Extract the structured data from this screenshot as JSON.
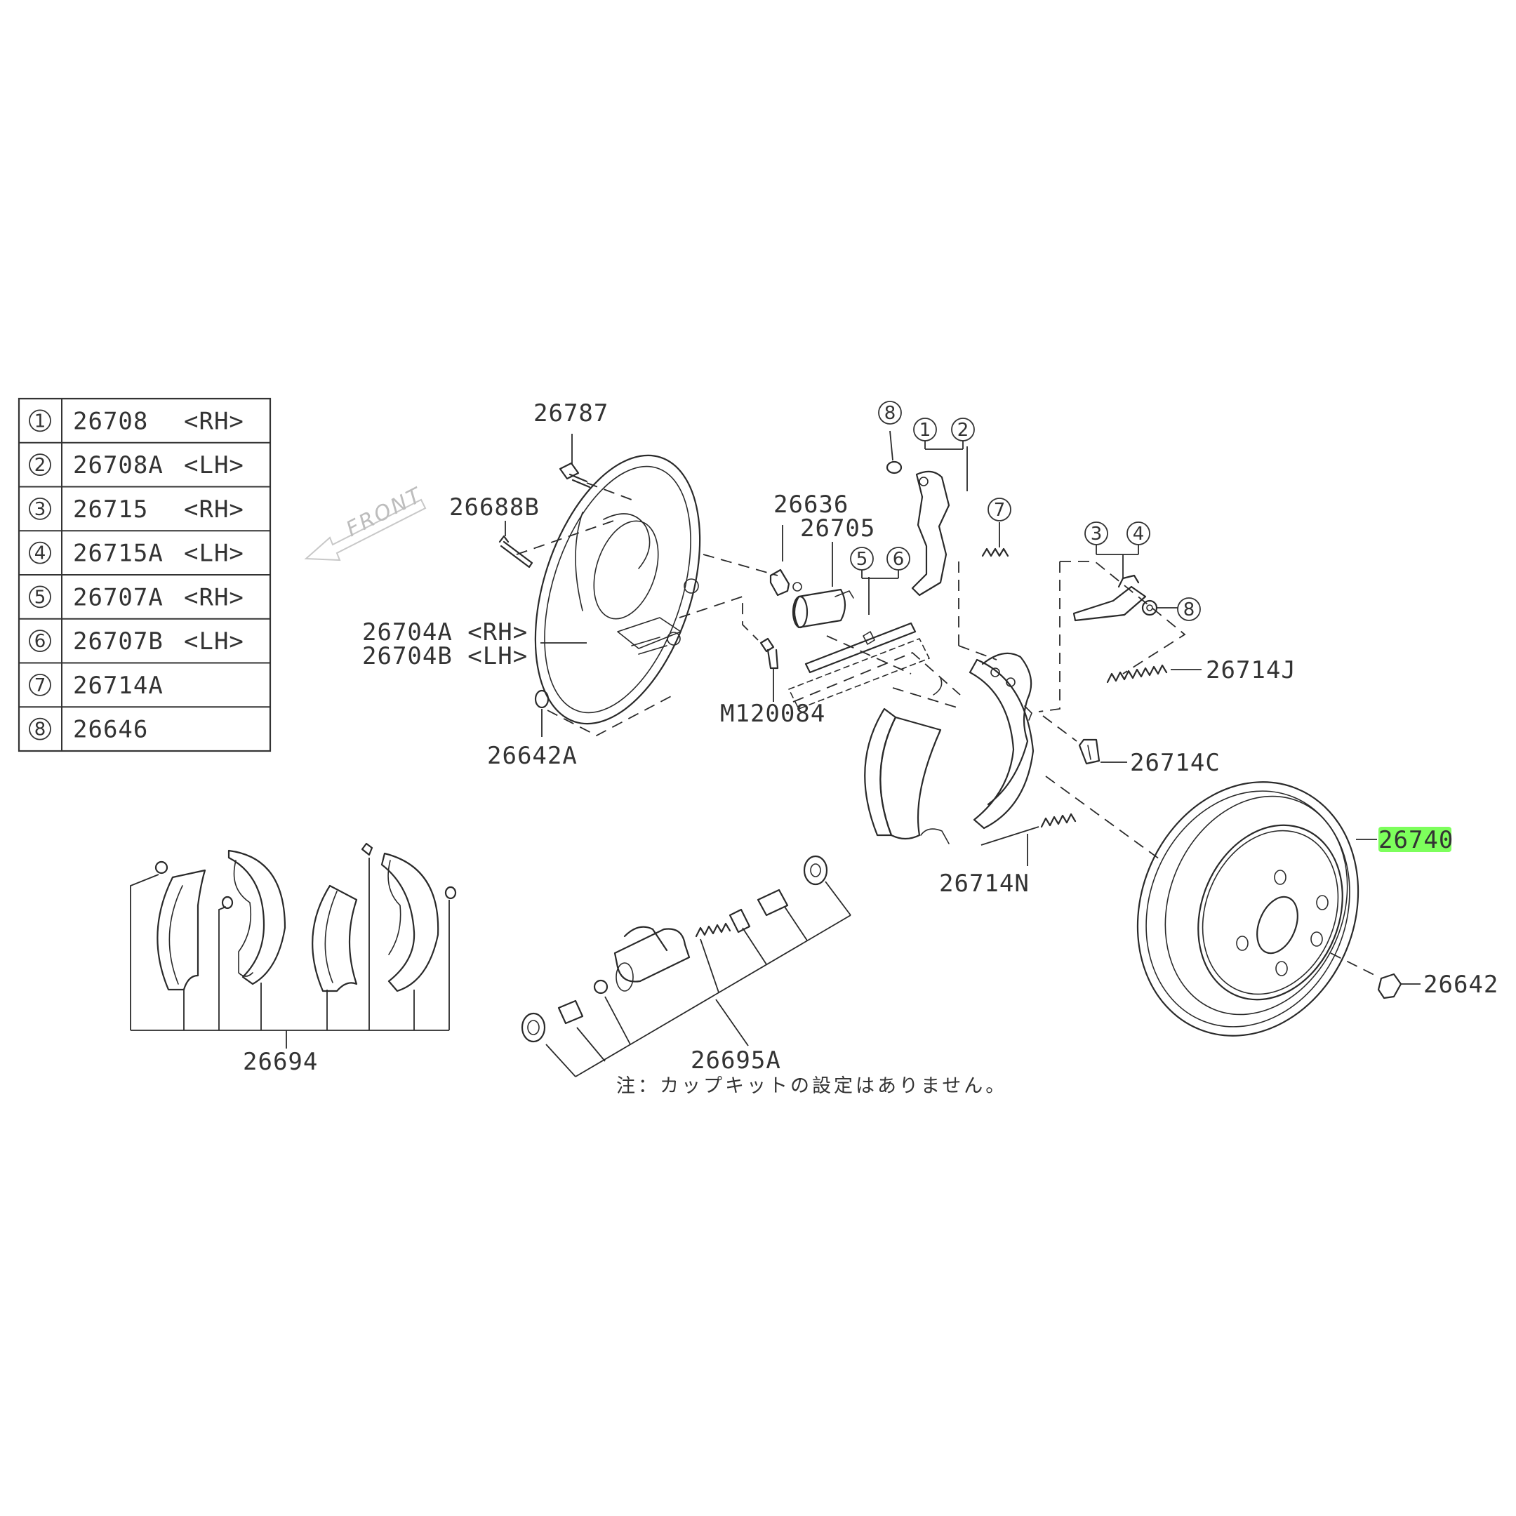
{
  "legend": [
    {
      "num": "1",
      "part": "26708",
      "side": "<RH>"
    },
    {
      "num": "2",
      "part": "26708A",
      "side": "<LH>"
    },
    {
      "num": "3",
      "part": "26715",
      "side": "<RH>"
    },
    {
      "num": "4",
      "part": "26715A",
      "side": "<LH>"
    },
    {
      "num": "5",
      "part": "26707A",
      "side": "<RH>"
    },
    {
      "num": "6",
      "part": "26707B",
      "side": "<LH>"
    },
    {
      "num": "7",
      "part": "26714A",
      "side": ""
    },
    {
      "num": "8",
      "part": "26646",
      "side": ""
    }
  ],
  "front_label": "FRONT",
  "labels": {
    "p26787": "26787",
    "p26688b": "26688B",
    "p26636": "26636",
    "p26705": "26705",
    "p26704a": "26704A <RH>",
    "p26704b": "26704B <LH>",
    "m120084": "M120084",
    "p26642a": "26642A",
    "p26714j": "26714J",
    "p26714c": "26714C",
    "p26714n": "26714N",
    "p26740": "26740",
    "p26642": "26642",
    "p26694": "26694",
    "p26695a": "26695A"
  },
  "callouts": {
    "c8_top": "8",
    "c1": "1",
    "c2": "2",
    "c7": "7",
    "c5": "5",
    "c6": "6",
    "c3": "3",
    "c4": "4",
    "c8_right": "8"
  },
  "note": "注：カップキットの設定はありません。",
  "highlight_color": "#7dff5c"
}
